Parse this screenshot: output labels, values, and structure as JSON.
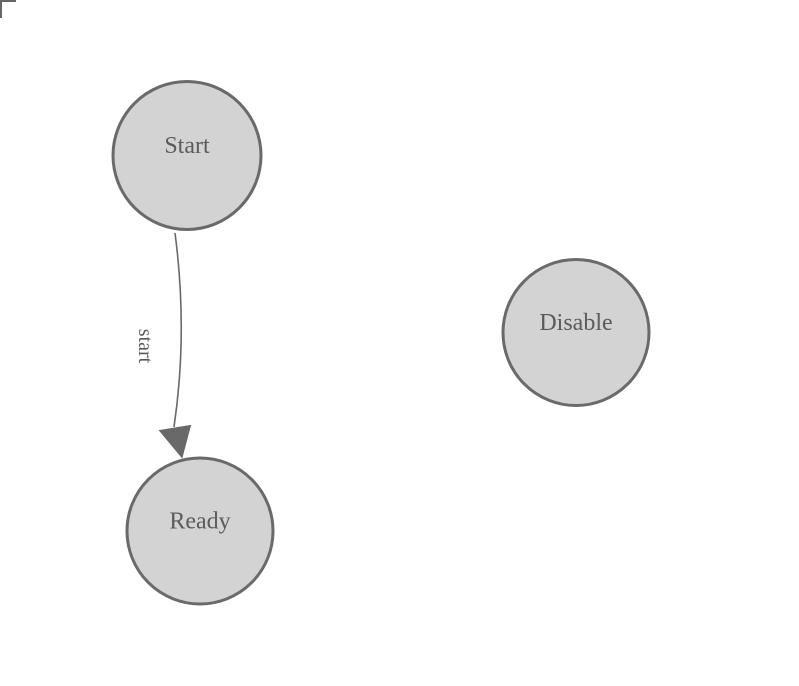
{
  "diagram": {
    "kind": "state-machine-graph",
    "nodes": [
      {
        "id": "start",
        "label": "Start"
      },
      {
        "id": "ready",
        "label": "Ready"
      },
      {
        "id": "disable",
        "label": "Disable"
      }
    ],
    "edges": [
      {
        "from": "start",
        "to": "ready",
        "label": "start"
      }
    ]
  },
  "colors": {
    "background": "#ffffff",
    "node_fill": "#d3d3d3",
    "node_stroke": "#6a6a6a",
    "node_text": "#5b5b5b",
    "edge_stroke": "#696969",
    "edge_label_text": "#5a5a5a",
    "corner_mark": "#666666"
  }
}
